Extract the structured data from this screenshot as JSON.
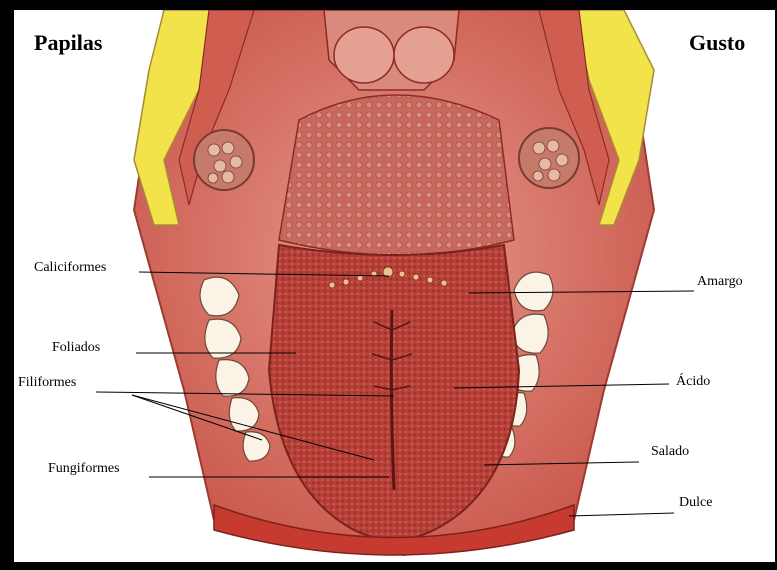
{
  "titles": {
    "left": "Papilas",
    "right": "Gusto"
  },
  "papilla_labels": [
    "Caliciformes",
    "Foliados",
    "Filiformes",
    "Fungiformes"
  ],
  "taste_labels": [
    "Amargo",
    "Ácido",
    "Salado",
    "Dulce"
  ],
  "colors": {
    "tongue": "#b8413a",
    "tongue_dark": "#8e2a25",
    "mouth": "#d9786a",
    "fat": "#f2e34a",
    "teeth": "#fbf3e6"
  }
}
